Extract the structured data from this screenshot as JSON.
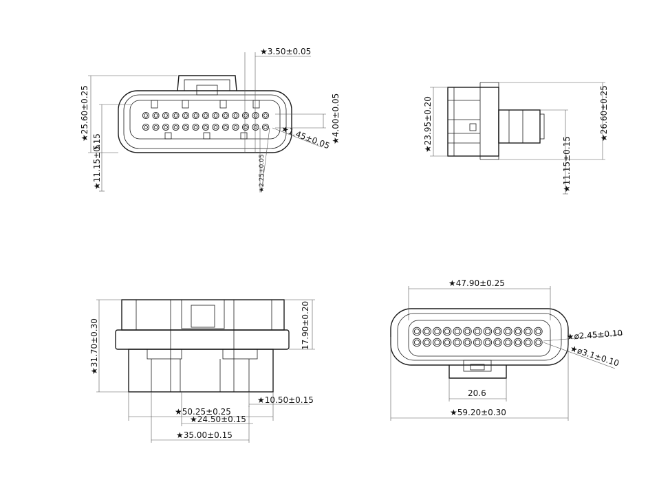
{
  "diagram": {
    "views": {
      "front_top": {
        "dims": {
          "d1": "★3.50±0.05",
          "d2": "★25.60±0.25",
          "d3": "5",
          "d4": "★11.15±0.15",
          "d5": "★4.00±0.05",
          "d6": "★1.45±0.05",
          "d7": "★2.25±0.05"
        }
      },
      "side": {
        "dims": {
          "d1": "★23.95±0.20",
          "d2": "★26.60±0.25",
          "d3": "★11.15±0.15"
        }
      },
      "bottom": {
        "dims": {
          "d1": "★31.70±0.30",
          "d2": "17.90±0.20",
          "d3": "★10.50±0.15",
          "d4": "★50.25±0.25",
          "d5": "★24.50±0.15",
          "d6": "★35.00±0.15"
        }
      },
      "face": {
        "dims": {
          "d1": "★47.90±0.25",
          "d2": "★ø2.45±0.10",
          "d3": "★ø3.1±0.10",
          "d4": "20.6",
          "d5": "★59.20±0.30"
        }
      }
    }
  }
}
